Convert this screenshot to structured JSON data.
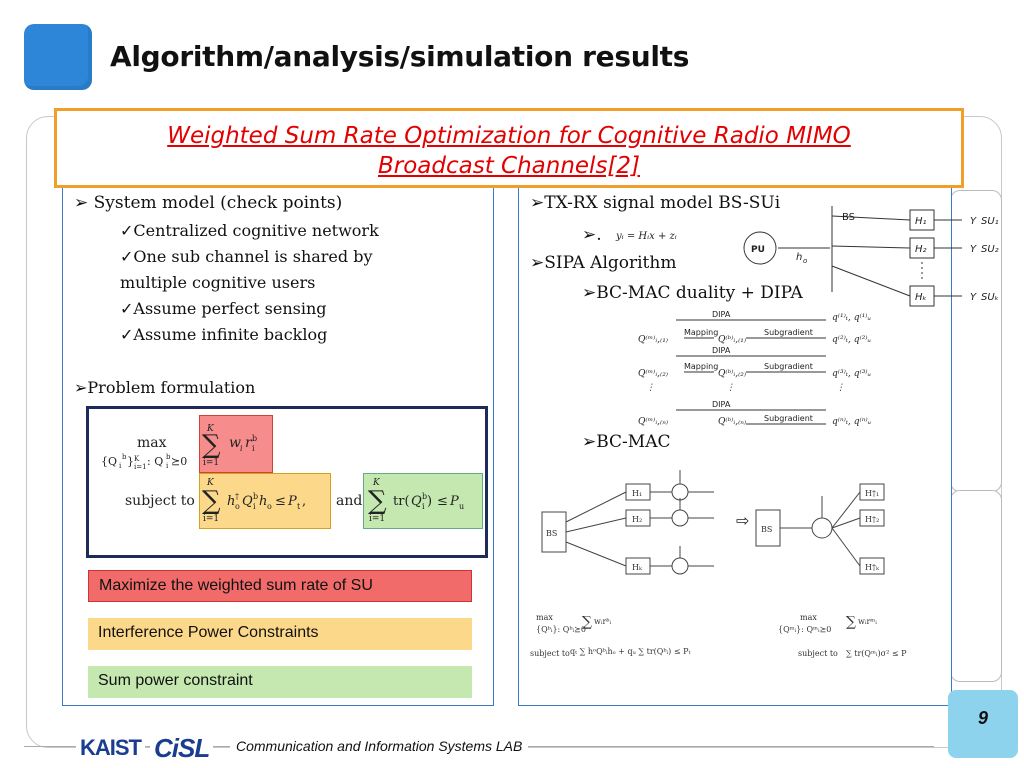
{
  "header": {
    "title": "Algorithm/analysis/simulation results"
  },
  "subtitle": {
    "line1": "Weighted Sum Rate Optimization for Cognitive Radio MIMO",
    "line2": "Broadcast Channels[2]"
  },
  "left": {
    "system_model": "➢ System model (check points)",
    "checks": [
      "✓Centralized cognitive network",
      "✓One sub channel is shared by",
      "multiple cognitive users",
      "✓Assume perfect sensing",
      "✓Assume infinite backlog"
    ],
    "problem": "➢Problem formulation",
    "statements": [
      "Maximize the weighted sum rate of SU",
      "Interference Power Constraints",
      "Sum power constraint"
    ]
  },
  "right": {
    "txrx": "➢TX-RX signal model BS-SUi",
    "eq_bullet": "➢.",
    "sipa": "➢SIPA Algorithm",
    "duality": "➢BC-MAC duality + DIPA",
    "bcmac": "➢BC-MAC"
  },
  "diagram1": {
    "bs": "BS",
    "pu": "PU",
    "ho": "h",
    "ho_sub": "o",
    "h1": "H",
    "su1": "SU",
    "suk": "SU"
  },
  "dipa": {
    "dipa": "DIPA",
    "mapping": "Mapping",
    "subgradient": "Subgradient"
  },
  "footer": {
    "kaist": "KAIST",
    "cisl": "CiSL",
    "lab": "Communication and Information Systems LAB",
    "page": "9"
  },
  "colors": {
    "accent_blue": "#2e86d8",
    "subtitle_red": "#e20000",
    "frame_orange": "#f0a02a"
  }
}
